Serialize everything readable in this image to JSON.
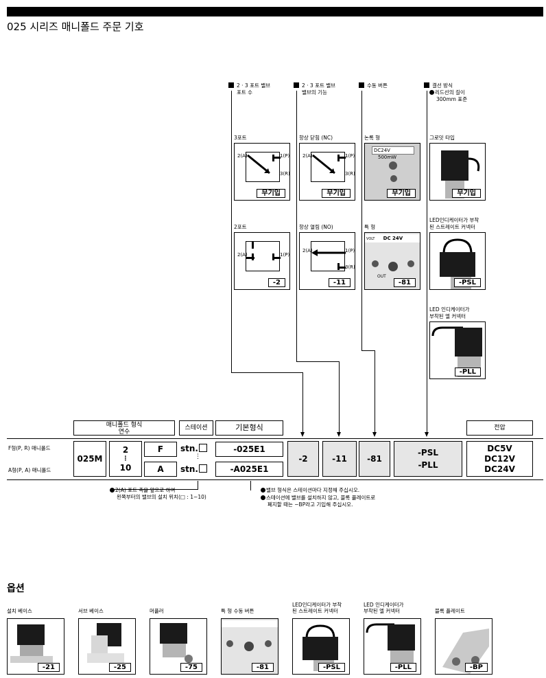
{
  "title": "025 시리즈 매니폴드 주문 기호",
  "headers": {
    "ports": [
      "2 · 3 포트 밸브",
      "포트 수"
    ],
    "function": [
      "2 · 3 포트 밸브",
      "밸브의 기능"
    ],
    "manual": "수동 버튼",
    "wiring": [
      "결선 방식",
      "리드선의 길이",
      "300mm 표준"
    ]
  },
  "options": {
    "port3": {
      "label": "3포트",
      "code": "무기입",
      "p1": "1(P)",
      "p2": "2(A)",
      "p3": "3(R)"
    },
    "port2": {
      "label": "2포트",
      "code": "-2",
      "p1": "1(P)",
      "p2": "2(A)"
    },
    "nc": {
      "label": "항상 닫힘 (NC)",
      "code": "무기입",
      "p1": "1(P)",
      "p2": "2(A)",
      "p3": "3(R)"
    },
    "no": {
      "label": "항상 열림 (NO)",
      "code": "-11",
      "p1": "1(P)",
      "p2": "2(A)",
      "p3": "3(R)"
    },
    "nonlock": {
      "label": "논록 형",
      "code": "무기입",
      "stamp": "500mW",
      "stamp2": "DC24V"
    },
    "special": {
      "label": "특 형",
      "code": "-81",
      "vtext": "VOLT",
      "dc": "DC   24V",
      "out": "OUT"
    },
    "grommet": {
      "label": "그로밋 타입",
      "code": "무기입"
    },
    "psl": {
      "label": [
        "LED인디케이터가 부착",
        "된 스트레이트 커넥터"
      ],
      "code": "-PSL"
    },
    "pll": {
      "label": [
        "LED 인디케이터가",
        "부착된 엘 커넥터"
      ],
      "code": "-PLL"
    }
  },
  "table": {
    "h_manifold": [
      "매니폴드 형식",
      "연수"
    ],
    "h_station": "스테이션",
    "h_base": "기본형식",
    "h_voltage": "전압",
    "row_f": "F형(P, R) 매니폴드",
    "row_a": "A형(P, A) 매니폴드",
    "series": "025M",
    "stations_top": "2",
    "stations_mid": "⋮",
    "stations_bot": "10",
    "type_f": "F",
    "type_a": "A",
    "stn1": "stn.",
    "stn_mid": "⋮",
    "stn2": "stn.",
    "base1": "-025E1",
    "base2": "-A025E1",
    "c_port": "-2",
    "c_func": "-11",
    "c_manual": "-81",
    "c_wire1": "-PSL",
    "c_wire2": "-PLL",
    "volt1": "DC5V",
    "volt2": "DC12V",
    "volt3": "DC24V"
  },
  "notes": {
    "n1": [
      "2(A) 포트 측을 앞으로 하여",
      "왼쪽부터의 밸브의 설치 위치(□ : 1~10)"
    ],
    "n2": "밸브 형식은 스테이션마다 지정해 주십시오.",
    "n3": [
      "스테이션에 밸브를 설치하지 않고, 블록 플레이트로",
      "폐지할 때는 −BP라고 기입해 주십시오."
    ]
  },
  "opt_title": "옵션",
  "opt_items": [
    {
      "label": [
        "설치 베이스"
      ],
      "code": "-21"
    },
    {
      "label": [
        "서브 베이스"
      ],
      "code": "-25"
    },
    {
      "label": [
        "머플러"
      ],
      "code": "-75"
    },
    {
      "label": [
        "특 형 수동 버튼"
      ],
      "code": "-81"
    },
    {
      "label": [
        "LED인디케이터가 부착",
        "된 스트레이트 커넥터"
      ],
      "code": "-PSL"
    },
    {
      "label": [
        "LED 인디케이터가",
        "부착된 엘 커넥터"
      ],
      "code": "-PLL"
    },
    {
      "label": [
        "블록 플레이트"
      ],
      "code": "-BP"
    }
  ],
  "colors": {
    "accent": "#000000",
    "cell_grey": "#e6e6e6",
    "photo_grey": "#cfcfcf"
  }
}
